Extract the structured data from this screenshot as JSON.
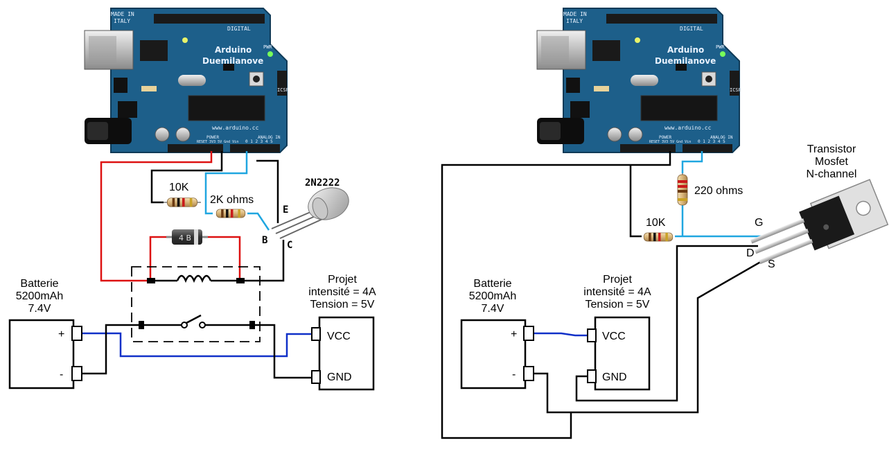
{
  "colors": {
    "wire_black": "#000000",
    "wire_red": "#dd1111",
    "wire_cyan": "#1fa6e0",
    "wire_blue": "#1030c8",
    "board_blue": "#1d5f8a",
    "board_dark": "#134666"
  },
  "arduino": {
    "name": "Arduino",
    "model": "Duemilanove",
    "made_in_1": "MADE IN",
    "made_in_2": "ITALY",
    "digital": "DIGITAL",
    "url": "www.arduino.cc",
    "power": "POWER",
    "analog_in": "ANALOG IN",
    "pins_power": "RESET 3V3 5V Gnd Vin",
    "pins_analog": "0 1 2 3 4 5",
    "icsp": "ICSP",
    "pwr": "PWR"
  },
  "left": {
    "battery": {
      "line1": "Batterie",
      "line2": "5200mAh",
      "line3": "7.4V",
      "plus": "+",
      "minus": "-"
    },
    "project": {
      "line1": "Projet",
      "line2": "intensité = 4A",
      "line3": "Tension = 5V",
      "vcc": "VCC",
      "gnd": "GND"
    },
    "resistor1": "10K",
    "resistor2": "2K ohms",
    "transistor": {
      "name": "2N2222",
      "e": "E",
      "b": "B",
      "c": "C"
    },
    "diode_marking": "4 B"
  },
  "right": {
    "battery": {
      "line1": "Batterie",
      "line2": "5200mAh",
      "line3": "7.4V",
      "plus": "+",
      "minus": "-"
    },
    "project": {
      "line1": "Projet",
      "line2": "intensité = 4A",
      "line3": "Tension = 5V",
      "vcc": "VCC",
      "gnd": "GND"
    },
    "resistor1": "10K",
    "resistor2": "220 ohms",
    "transistor": {
      "line1": "Transistor",
      "line2": "Mosfet",
      "line3": "N-channel",
      "g": "G",
      "d": "D",
      "s": "S"
    }
  }
}
